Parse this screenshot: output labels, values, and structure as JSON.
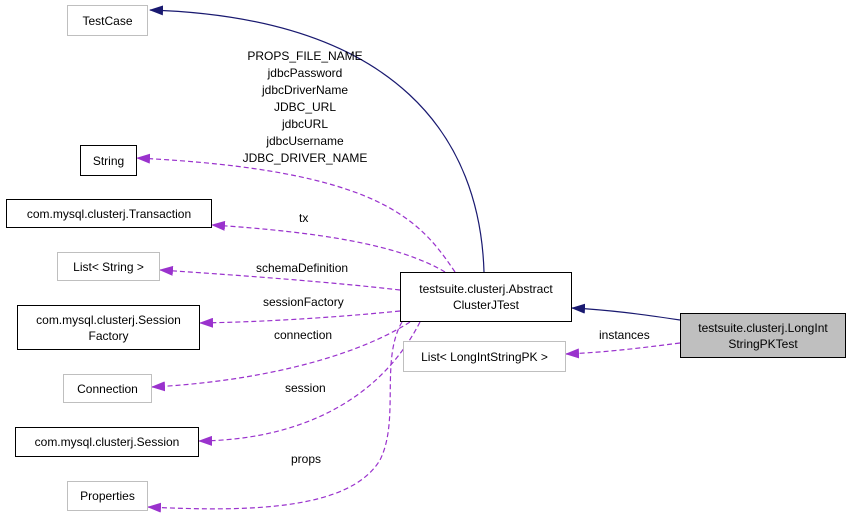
{
  "colors": {
    "inheritance_edge": "#191970",
    "usage_edge": "#9a32cd",
    "focus_fill": "#bfbfbf",
    "external_border": "#bfbfbf"
  },
  "nodes": {
    "testcase": "TestCase",
    "string": "String",
    "transaction": "com.mysql.clusterj.Transaction",
    "list_string": "List< String >",
    "session_factory": "com.mysql.clusterj.Session\nFactory",
    "connection": "Connection",
    "session": "com.mysql.clusterj.Session",
    "properties": "Properties",
    "abstract_test": "testsuite.clusterj.Abstract\nClusterJTest",
    "list_pk": "List< LongIntStringPK >",
    "focus_test": "testsuite.clusterj.LongInt\nStringPKTest"
  },
  "edge_labels": {
    "string_members": [
      "PROPS_FILE_NAME",
      "jdbcPassword",
      "jdbcDriverName",
      "JDBC_URL",
      "jdbcURL",
      "jdbcUsername",
      "JDBC_DRIVER_NAME"
    ],
    "tx": "tx",
    "schema_definition": "schemaDefinition",
    "session_factory": "sessionFactory",
    "connection": "connection",
    "session": "session",
    "props": "props",
    "instances": "instances"
  }
}
